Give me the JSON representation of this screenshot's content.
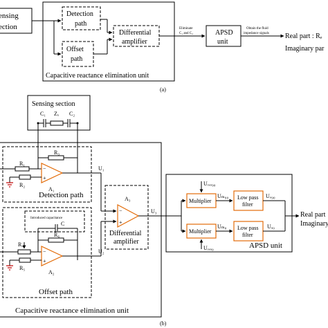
{
  "top": {
    "sensing_label_line1": "ensing",
    "sensing_label_line2": "ection",
    "detection_path": "Detection",
    "detection_path2": "path",
    "offset_path": "Offset",
    "offset_path2": "path",
    "diff_amp_line1": "Differential",
    "diff_amp_line2": "amplifier",
    "unit_label": "Capacitive reactance elimination unit",
    "eliminate_line1": "Eliminate",
    "eliminate_line2": "C₁ and C₂",
    "obtain_line1": "Obtain the fluid",
    "obtain_line2": "impedance signals",
    "apsd_line1": "APSD",
    "apsd_line2": "unit",
    "real_part": "Real part : Rₑ",
    "imag_part": "Imaginary par",
    "caption": "(a)"
  },
  "bottom": {
    "sensing_section": "Sensing section",
    "c1": "C₁",
    "zx": "Zₓ",
    "c2": "C₂",
    "r1": "R₁",
    "r2": "R₂",
    "r3": "R₃",
    "a1": "A₁",
    "u1": "U₁",
    "detection_path": "Detection path",
    "introduced_capacitance": "Introduced capacitance",
    "c": "C",
    "r4": "R₄",
    "r5": "R₅",
    "r6": "R₆",
    "a2": "A₂",
    "u2": "U₂",
    "offset_path": "Offset path",
    "a3": "A₃",
    "u3": "U₃",
    "diff_amp_line1": "Differential",
    "diff_amp_line2": "amplifier",
    "unit_label": "Capacitive reactance elimination unit",
    "uref90": "Uᵣₑₒ₉₀",
    "uref0": "Uᵣₑₒ₀",
    "um90": "Uₘ₉₀",
    "um0": "Uₘ₀",
    "multiplier": "Multiplier",
    "lpf_line1": "Low pass",
    "lpf_line2": "filter",
    "uo90": "Uₒ₉₀",
    "uo0": "Uₒ₀",
    "apsd_unit": "APSD unit",
    "real_part": "Real part",
    "imag_part": "Imaginary",
    "caption": "(b)",
    "plus": "+",
    "minus": "−"
  }
}
